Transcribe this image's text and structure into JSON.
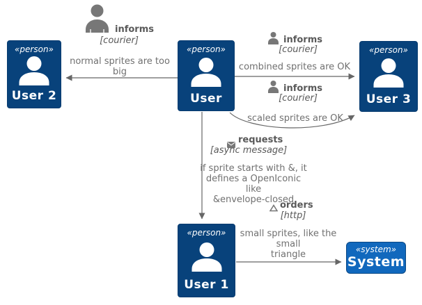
{
  "diagram": {
    "type": "c4-person-system-diagram",
    "nodes": {
      "user2": {
        "stereotype": "«person»",
        "name": "User 2"
      },
      "user": {
        "stereotype": "«person»",
        "name": "User"
      },
      "user3": {
        "stereotype": "«person»",
        "name": "User 3"
      },
      "user1": {
        "stereotype": "«person»",
        "name": "User 1"
      },
      "system": {
        "stereotype": "«system»",
        "name": "System"
      }
    },
    "edges": {
      "user_to_user2": {
        "label": "informs",
        "tech": "[courier]",
        "description": "normal sprites are too\nbig",
        "icon": "person-sprite-large"
      },
      "user_to_user3_straight": {
        "label": "informs",
        "tech": "[courier]",
        "description": "combined sprites are OK",
        "icon": "person-sprite-small"
      },
      "user_to_user3_curved": {
        "label": "informs",
        "tech": "[courier]",
        "description": "scaled sprites are OK",
        "icon": "person-sprite-small"
      },
      "user_to_user1": {
        "label": "requests",
        "tech": "[async message]",
        "description": "if sprite starts with &, it\ndefines a OpenIconic\nlike\n&envelope-closed",
        "icon": "envelope-closed"
      },
      "user1_to_system": {
        "label": "orders",
        "tech": "[http]",
        "description": "small sprites, like the\nsmall\ntriangle",
        "icon": "triangle"
      }
    },
    "colors": {
      "person_fill": "#08427B",
      "person_border": "#073B6F",
      "system_fill": "#1168BD",
      "system_border": "#0B4884",
      "line": "#666666",
      "relationship_label": "#595959",
      "description_text": "#707070",
      "sprite_gray": "#777777",
      "node_text": "#ffffff"
    }
  }
}
